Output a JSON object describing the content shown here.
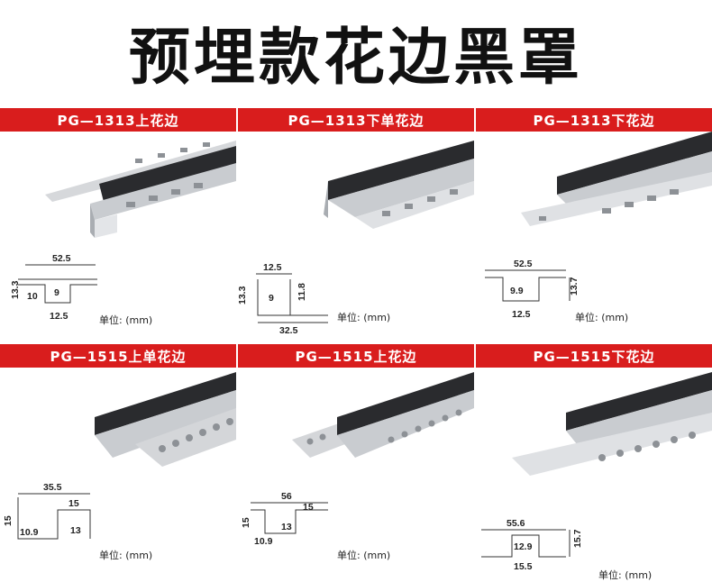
{
  "title": "预埋款花边黑罩",
  "unit_label": "单位: (mm)",
  "colors": {
    "header_red": "#d91d1d",
    "profile_silver": "#c9ccd0",
    "cover_black": "#2a2b2e"
  },
  "panels": [
    {
      "name": "PG—1313上花边",
      "dims": [
        "52.5",
        "13.3",
        "10",
        "9",
        "12.5"
      ]
    },
    {
      "name": "PG—1313下单花边",
      "dims": [
        "12.5",
        "13.3",
        "9",
        "11.8",
        "32.5"
      ]
    },
    {
      "name": "PG—1313下花边",
      "dims": [
        "52.5",
        "9.9",
        "13.7",
        "12.5"
      ]
    },
    {
      "name": "PG—1515上单花边",
      "dims": [
        "35.5",
        "15",
        "15",
        "10.9",
        "13"
      ]
    },
    {
      "name": "PG—1515上花边",
      "dims": [
        "56",
        "15",
        "15",
        "13",
        "10.9"
      ]
    },
    {
      "name": "PG—1515下花边",
      "dims": [
        "55.6",
        "12.9",
        "15.7",
        "15.5"
      ]
    }
  ]
}
